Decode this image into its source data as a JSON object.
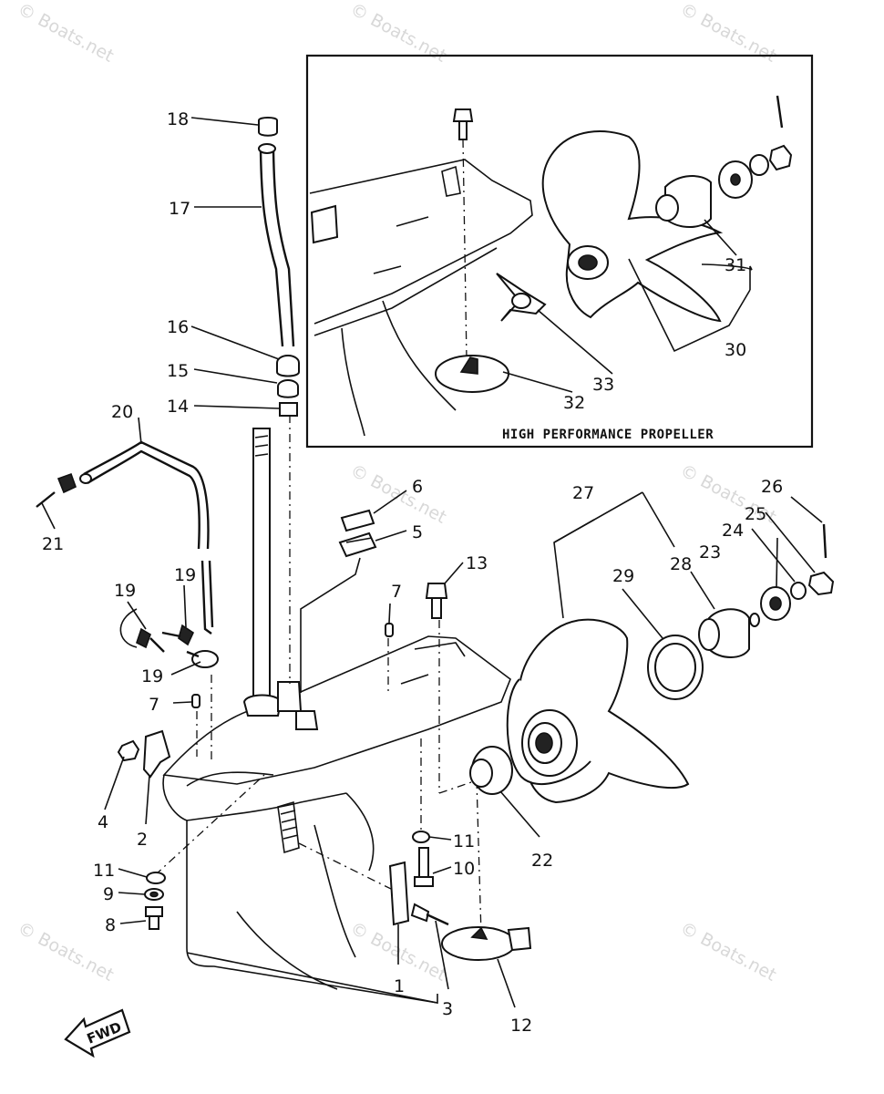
{
  "inset": {
    "title": "HIGH PERFORMANCE PROPELLER"
  },
  "fwd_label": "FWD",
  "watermark": "© Boats.net",
  "callouts": {
    "c1": "1",
    "c2": "2",
    "c3": "3",
    "c4": "4",
    "c5": "5",
    "c6": "6",
    "c7a": "7",
    "c7b": "7",
    "c8": "8",
    "c9": "9",
    "c10": "10",
    "c11a": "11",
    "c11b": "11",
    "c12": "12",
    "c13": "13",
    "c14": "14",
    "c15": "15",
    "c16": "16",
    "c17": "17",
    "c18": "18",
    "c19a": "19",
    "c19b": "19",
    "c19c": "19",
    "c20": "20",
    "c21": "21",
    "c22": "22",
    "c23": "23",
    "c24": "24",
    "c25": "25",
    "c26": "26",
    "c27": "27",
    "c28": "28",
    "c29": "29",
    "c30": "30",
    "c31": "31",
    "c32": "32",
    "c33": "33"
  }
}
